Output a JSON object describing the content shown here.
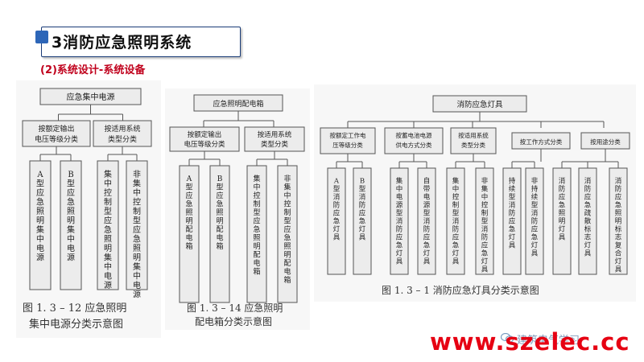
{
  "slide": {
    "title": "3消防应急照明系统",
    "subtitle": "(2)系统设计-系统设备"
  },
  "diagram1": {
    "root": "应急集中电源",
    "branches": [
      "按额定输出电压等级分类",
      "按适用系统类型分类"
    ],
    "leaves": [
      "A型应急照明集中电源",
      "B型应急照明集中电源",
      "集中控制型应急照明集中电源",
      "非集中控制型应急照明集中电源"
    ],
    "caption_line1": "图 1. 3 – 12  应急照明",
    "caption_line2": "集中电源分类示意图"
  },
  "diagram2": {
    "root": "应急照明配电箱",
    "branches": [
      "按额定输出电压等级分类",
      "按适用系统类型分类"
    ],
    "leaves": [
      "A型应急照明配电箱",
      "B型应急照明配电箱",
      "集中控制型应急照明配电箱",
      "非集中控制型应急照明配电箱"
    ],
    "caption_line1": "图 1. 3 – 14  应急照明",
    "caption_line2": "配电箱分类示意图"
  },
  "diagram3": {
    "root": "消防应急灯具",
    "branches": [
      "按额定工作电压等级分类",
      "按蓄电池电源供电方式分类",
      "按适用系统类型分类",
      "按工作方式分类",
      "按用途分类"
    ],
    "leaves": [
      "A型消防应急灯具",
      "B型消防应急灯具",
      "集中电源型消防应急灯具",
      "自带电源型消防应急灯具",
      "集中控制型消防应急灯具",
      "非集中控制型消防应急灯具",
      "持续型消防应急灯具",
      "非持续型消防应急灯具",
      "消防应急照明灯具",
      "消防应急疏散标志灯具",
      "消防应急照明标志复合灯具"
    ],
    "caption": "图 1. 3 – 1   消防应急灯具分类示意图"
  },
  "footer": {
    "watermark": "建筑电气学习",
    "url": "www.szelec.cc"
  },
  "colors": {
    "title_border": "#1a3c78",
    "accent_blue": "#2d66b8",
    "subtitle_red": "#c0001c",
    "url_red": "#e60012"
  }
}
